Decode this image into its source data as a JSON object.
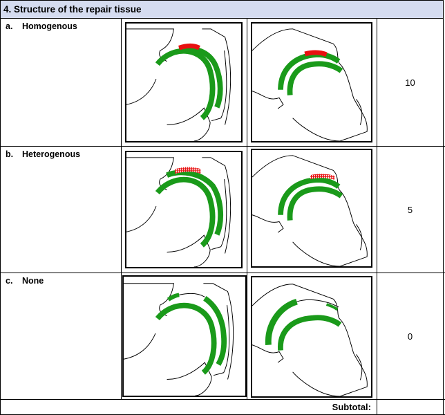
{
  "header": {
    "title": "4. Structure of the repair tissue"
  },
  "rows": [
    {
      "letter": "a.",
      "label": "Homogenous",
      "score": "10"
    },
    {
      "letter": "b.",
      "label": "Heterogenous",
      "score": "5"
    },
    {
      "letter": "c.",
      "label": "None",
      "score": "0"
    }
  ],
  "subtotal": {
    "label": "Subtotal:",
    "value": ""
  },
  "colors": {
    "cartilage": "#1a9a1a",
    "repair_homogenous": "#e81010",
    "repair_heterogenous": "#e81010",
    "header_bg": "#d5dcf0"
  }
}
